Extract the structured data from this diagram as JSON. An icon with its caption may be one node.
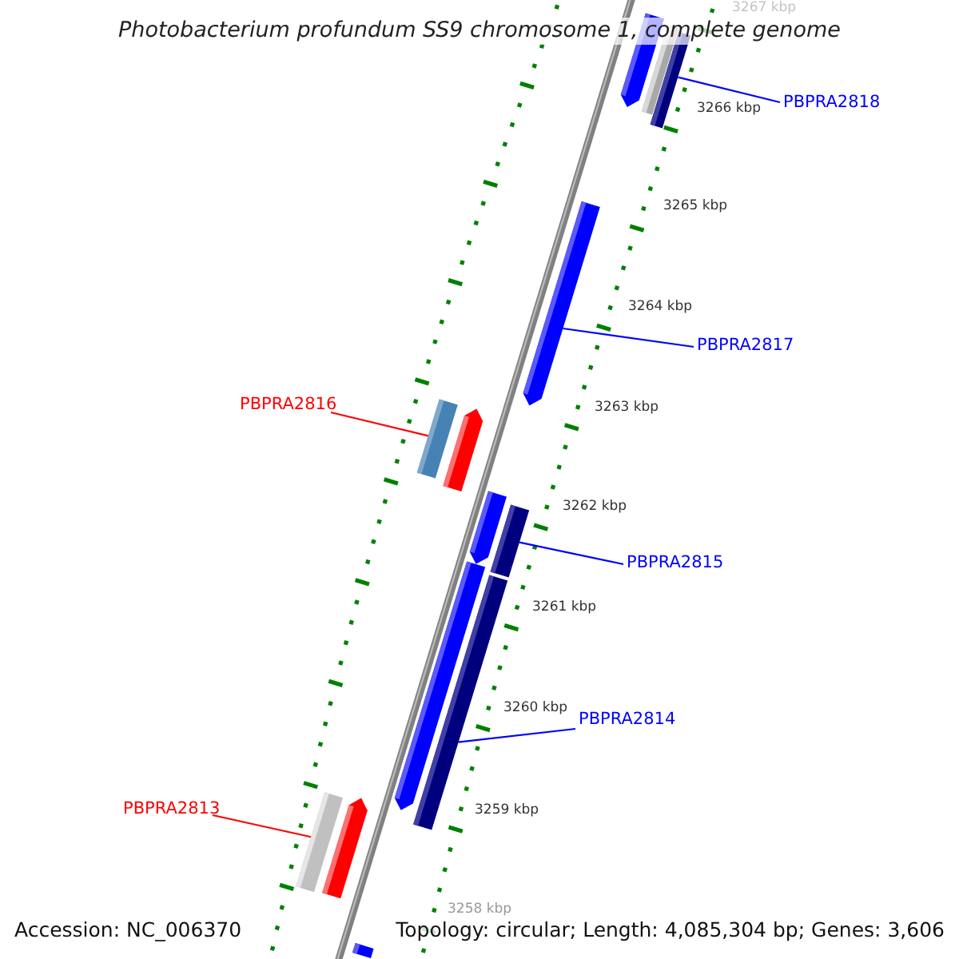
{
  "diagram": {
    "title": "Photobacterium profundum SS9 chromosome 1, complete genome",
    "nodes": [
      {
        "text": [
          "PBPRA2818"
        ]
      },
      {
        "text": [],
        "shape": "bar"
      },
      {
        "text": [],
        "shape": "bar"
      },
      {
        "text": [],
        "shape": "bar"
      },
      {
        "text": [],
        "shape": "bar"
      },
      {
        "text": [
          "PBPRA2817"
        ]
      },
      {
        "text": [
          "PBPRA2816"
        ]
      },
      {
        "text": [],
        "shape": "bar"
      },
      {
        "text": [],
        "shape": "bar"
      },
      {
        "text": [],
        "shape": "bar"
      },
      {
        "text": [],
        "shape": "bar"
      },
      {
        "text": [
          "PBPRA2815"
        ]
      },
      {
        "text": [],
        "shape": "bar"
      },
      {
        "text": [],
        "shape": "bar"
      },
      {
        "text": [
          "PBPRA2814"
        ]
      },
      {
        "text": [
          "PBPRA2813"
        ]
      },
      {
        "text": [],
        "shape": "bar"
      },
      {
        "text": [],
        "shape": "bar"
      },
      {
        "text": [],
        "shape": "bar"
      }
    ],
    "edges": [
      {
        "from": 0,
        "to": 3,
        "arrow": "none"
      },
      {
        "from": 5,
        "to": 4,
        "arrow": "none"
      },
      {
        "from": 6,
        "to": 7,
        "arrow": "none",
        "color": "#ff0000"
      },
      {
        "from": 11,
        "to": 10,
        "arrow": "none"
      },
      {
        "from": 14,
        "to": 13,
        "arrow": "none"
      },
      {
        "from": 15,
        "to": 16,
        "arrow": "none",
        "color": "#ff0000"
      }
    ],
    "labels": [
      "3267 kbp",
      "3266 kbp",
      "3265 kbp",
      "3264 kbp",
      "3263 kbp",
      "3262 kbp",
      "3261 kbp",
      "3260 kbp",
      "3259 kbp",
      "3258 kbp",
      "Accession: NC_006370",
      "Topology: circular; Length: 4,085,304 bp; Genes: 3,606"
    ]
  }
}
